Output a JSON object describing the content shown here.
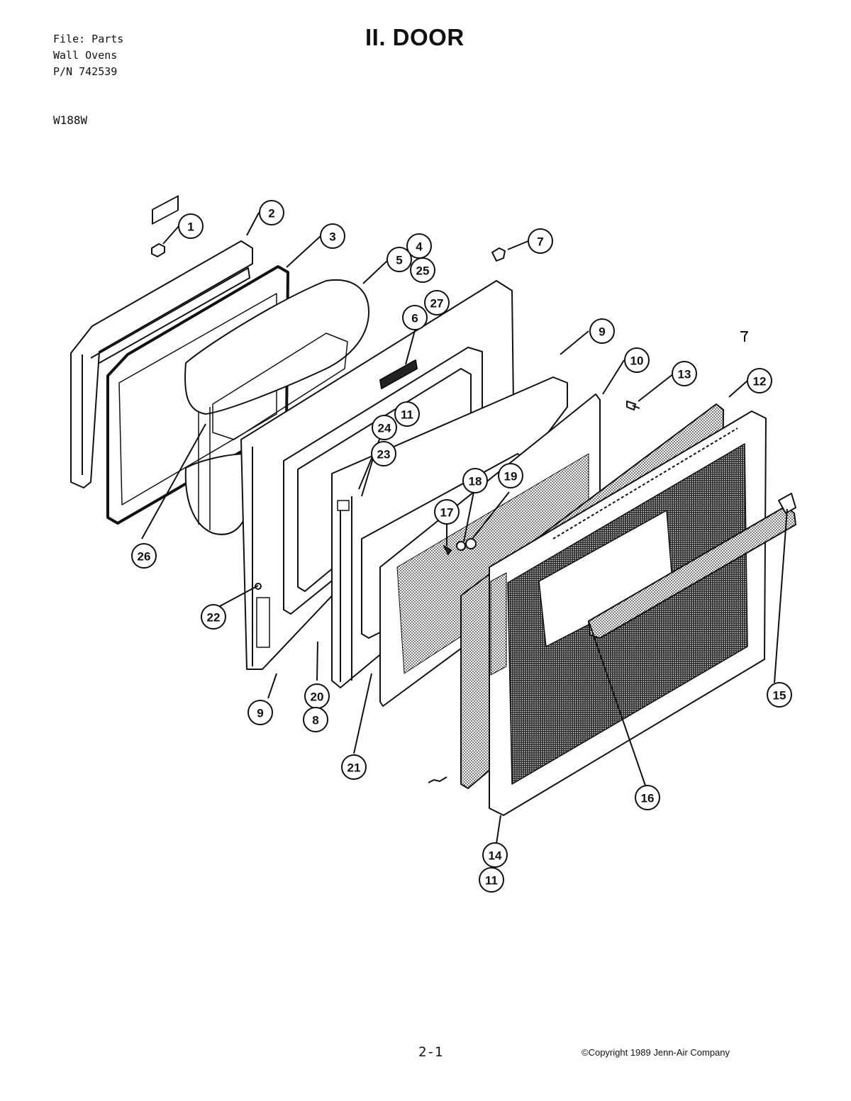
{
  "header": {
    "file_line": "File: Parts",
    "product_line": "Wall Ovens",
    "pn_line": "P/N 742539",
    "title": "II. DOOR",
    "model": "W188W"
  },
  "footer": {
    "page_number": "2-1",
    "copyright": "©Copyright 1989 Jenn-Air Company"
  },
  "callouts": [
    "1",
    "2",
    "3",
    "4",
    "5",
    "25",
    "6",
    "27",
    "7",
    "9",
    "10",
    "13",
    "12",
    "24",
    "11",
    "23",
    "18",
    "19",
    "17",
    "26",
    "22",
    "9",
    "20",
    "8",
    "21",
    "15",
    "16",
    "14",
    "11"
  ]
}
